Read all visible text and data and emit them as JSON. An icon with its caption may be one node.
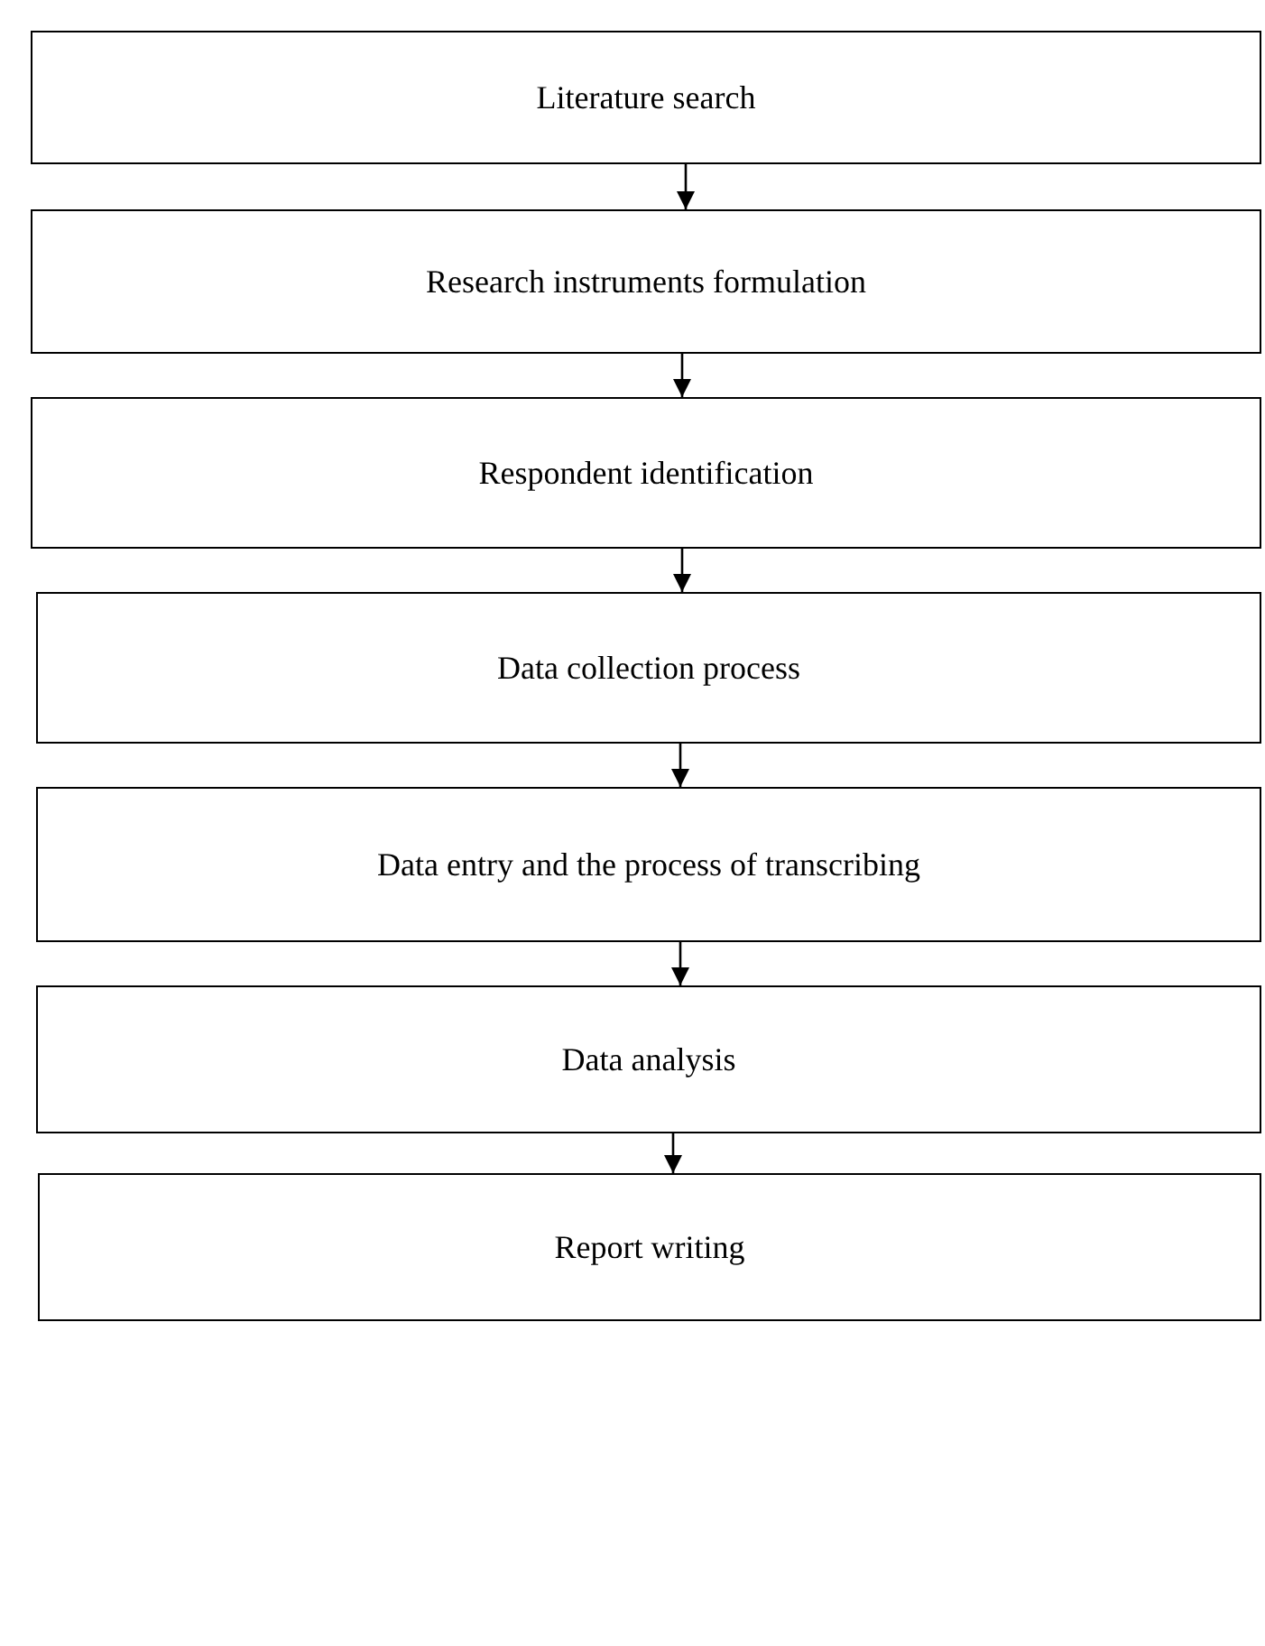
{
  "diagram": {
    "nodes": [
      {
        "text": [
          "Literature search"
        ]
      },
      {
        "text": [
          "Research instruments formulation"
        ]
      },
      {
        "text": [
          "Respondent identification"
        ]
      },
      {
        "text": [
          "Data collection process"
        ]
      },
      {
        "text": [
          "Data entry and the process of transcribing"
        ]
      },
      {
        "text": [
          "Data analysis"
        ]
      },
      {
        "text": [
          "Report writing"
        ]
      }
    ],
    "edges": [
      {
        "from": 0,
        "to": 1,
        "arrow": "to"
      },
      {
        "from": 1,
        "to": 2,
        "arrow": "to"
      },
      {
        "from": 2,
        "to": 3,
        "arrow": "to"
      },
      {
        "from": 3,
        "to": 4,
        "arrow": "to"
      },
      {
        "from": 4,
        "to": 5,
        "arrow": "to"
      },
      {
        "from": 5,
        "to": 6,
        "arrow": "to"
      }
    ]
  }
}
